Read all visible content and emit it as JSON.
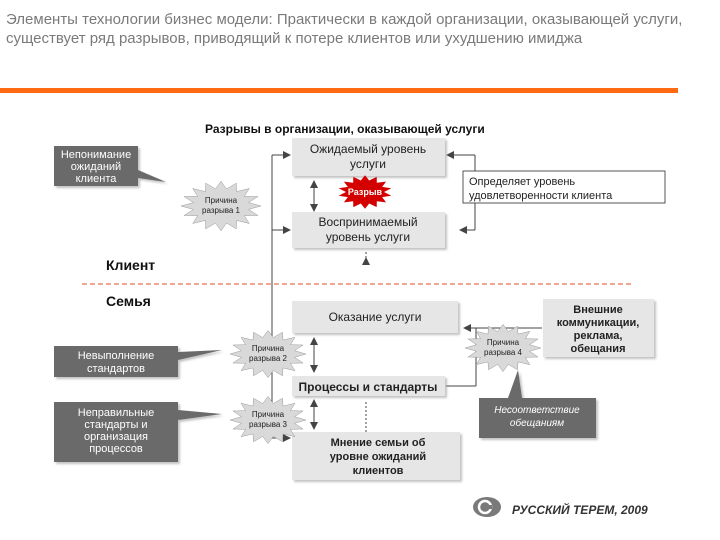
{
  "slide_title": "Элементы технологии бизнес модели: Практически в каждой организации, оказывающей услуги, существует ряд разрывов, приводящий к потере клиентов или ухудшению имиджа",
  "diagram": {
    "heading": "Разрывы в организации, оказывающей услуги",
    "boxes": {
      "expected_service": [
        "Ожидаемый уровень",
        "услуги"
      ],
      "perceived_service": [
        "Воспринимаемый",
        "уровень услуги"
      ],
      "service_delivery": [
        "Оказание услуги"
      ],
      "processes_standards": [
        "Процессы и стандарты"
      ],
      "family_opinion": [
        "Мнение        семьи      об",
        "уровне ожиданий",
        "клиентов"
      ],
      "external_communications": [
        "Внешние",
        "коммуникации,",
        "реклама,",
        "обещания"
      ],
      "defines_level": [
        "Определяет уровень",
        "удовлетворенности клиента"
      ]
    },
    "callouts": {
      "misunderstanding": [
        "Непонимание",
        "ожиданий",
        "клиента"
      ],
      "non_compliance": [
        "Невыполнение",
        "стандартов"
      ],
      "wrong_standards": [
        "Неправильные",
        "стандарты и",
        "организация",
        "процессов"
      ],
      "broken_promises": [
        "Несоответствие",
        "обещаниям"
      ]
    },
    "gap_starbursts": {
      "gap": "Разрыв",
      "cause_1": [
        "Причина",
        "разрыва 1"
      ],
      "cause_2": [
        "Причина",
        "разрыва 2"
      ],
      "cause_3": [
        "Причина",
        "разрыва 3"
      ],
      "cause_4": [
        "Причина",
        "разрыва 4"
      ]
    },
    "zones": {
      "client": "Клиент",
      "family": "Семья"
    }
  },
  "footer": "РУССКИЙ ТЕРЕМ, 2009",
  "colors": {
    "accent": "#ff6a13",
    "box_fill": "#e6e6e6",
    "dark_callout": "#6b6b6b",
    "gap_red": "#d40000",
    "dashed_line": "#e05020"
  }
}
